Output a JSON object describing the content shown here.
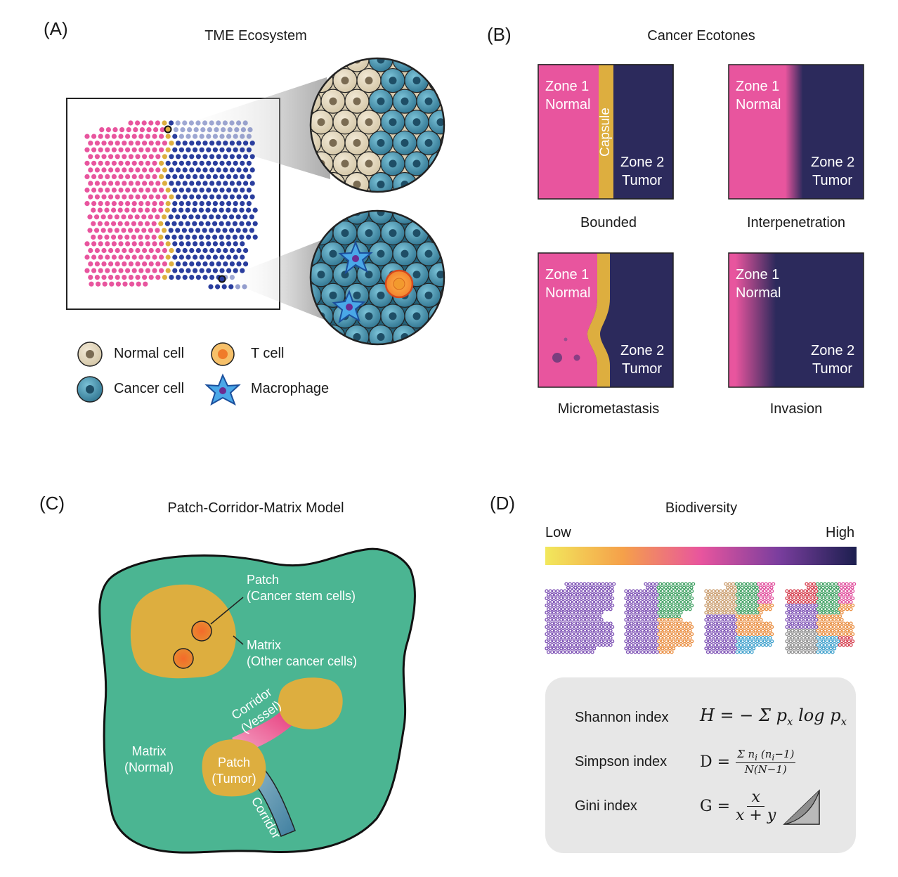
{
  "panel_a": {
    "letter": "(A)",
    "title": "TME Ecosystem",
    "legend": [
      {
        "label": "Normal cell",
        "icon": "normal-cell-icon"
      },
      {
        "label": "T cell",
        "icon": "t-cell-icon"
      },
      {
        "label": "Cancer cell",
        "icon": "cancer-cell-icon"
      },
      {
        "label": "Macrophage",
        "icon": "macrophage-icon"
      }
    ]
  },
  "panel_b": {
    "letter": "(B)",
    "title": "Cancer Ecotones",
    "capsule_label": "Capsule",
    "ecotones": [
      {
        "zone1": "Zone 1",
        "zone1_type": "Normal",
        "zone2": "Zone 2",
        "zone2_type": "Tumor",
        "caption": "Bounded"
      },
      {
        "zone1": "Zone 1",
        "zone1_type": "Normal",
        "zone2": "Zone 2",
        "zone2_type": "Tumor",
        "caption": "Interpenetration"
      },
      {
        "zone1": "Zone 1",
        "zone1_type": "Normal",
        "zone2": "Zone 2",
        "zone2_type": "Tumor",
        "caption": "Micrometastasis"
      },
      {
        "zone1": "Zone 1",
        "zone1_type": "Normal",
        "zone2": "Zone 2",
        "zone2_type": "Tumor",
        "caption": "Invasion"
      }
    ]
  },
  "panel_c": {
    "letter": "(C)",
    "title": "Patch-Corridor-Matrix Model",
    "patch_stem": [
      "Patch",
      "(Cancer stem cells)"
    ],
    "matrix_other": [
      "Matrix",
      "(Other cancer cells)"
    ],
    "corridor_vessel": [
      "Corridor",
      "(Vessel)"
    ],
    "matrix_normal": [
      "Matrix",
      "(Normal)"
    ],
    "patch_tumor": [
      "Patch",
      "(Tumor)"
    ],
    "corridor": "Corridor"
  },
  "panel_d": {
    "letter": "(D)",
    "title": "Biodiversity",
    "low_label": "Low",
    "high_label": "High",
    "indices": [
      {
        "name": "Shannon index"
      },
      {
        "name": "Simpson index"
      },
      {
        "name": "Gini index"
      }
    ]
  },
  "colors": {
    "pink": "#E8559E",
    "navy": "#2C2A5C",
    "gold": "#DDAE3F",
    "green": "#4BB592",
    "cancer_blue": "#3E8BA6",
    "dot_blue": "#2A3E9E"
  }
}
